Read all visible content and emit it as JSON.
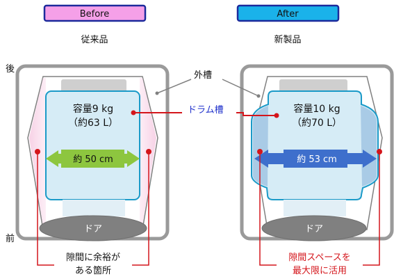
{
  "before": {
    "tab_label": "Before",
    "subtitle": "従来品",
    "capacity": "容量9 kg",
    "capacity_liters": "（約63 L）",
    "width": "約 50 cm",
    "door": "ドア",
    "gap_note_line1": "隙間に余裕が",
    "gap_note_line2": "ある箇所"
  },
  "after": {
    "tab_label": "After",
    "subtitle": "新製品",
    "capacity": "容量10 kg",
    "capacity_liters": "（約70 L）",
    "width": "約 53 cm",
    "door": "ドア",
    "gap_note_line1": "隙間スペースを",
    "gap_note_line2": "最大限に活用"
  },
  "labels": {
    "back": "後",
    "front": "前",
    "outer_tub": "外槽",
    "drum": "ドラム槽"
  },
  "colors": {
    "before_tab": "#f5a0e8",
    "after_tab": "#1ab2ea",
    "tab_border": "#1c2a9c",
    "drum_fill": "#d6ecf6",
    "drum_stroke": "#1b9ac8",
    "before_arrow": "#8dc63f",
    "after_arrow": "#3e6fcc",
    "pointer_red": "#d4151b",
    "drum_label": "#2233cc"
  }
}
